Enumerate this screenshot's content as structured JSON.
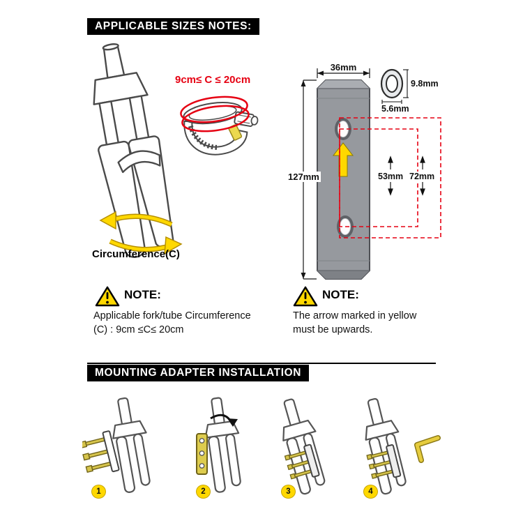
{
  "headers": {
    "sizes": "APPLICABLE SIZES NOTES:",
    "installation": "MOUNTING ADAPTER INSTALLATION"
  },
  "fork": {
    "clamp_range": "9cm≤ C ≤ 20cm",
    "circumference": "Circumference(C)"
  },
  "adapter": {
    "width": "36mm",
    "height": "127mm",
    "inner_span": "53mm",
    "outer_span": "72mm",
    "grommet_height": "9.8mm",
    "grommet_width": "5.6mm"
  },
  "notes": {
    "left": {
      "title": "NOTE:",
      "lines": [
        "Applicable fork/tube Circumference",
        "(C) : 9cm ≤C≤ 20cm"
      ]
    },
    "right": {
      "title": "NOTE:",
      "lines": [
        "The arrow marked in yellow",
        "must be upwards."
      ]
    }
  },
  "steps": [
    {
      "number": "1"
    },
    {
      "number": "2"
    },
    {
      "number": "3"
    },
    {
      "number": "4"
    }
  ],
  "colors": {
    "accent_red": "#e60012",
    "accent_yellow": "#ffd800",
    "adapter_gray": "#96999e"
  }
}
